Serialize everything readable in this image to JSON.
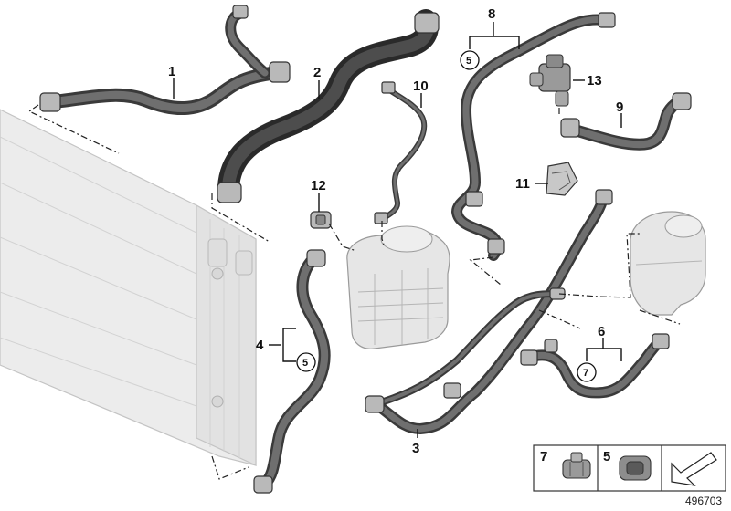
{
  "diagram": {
    "callouts": [
      {
        "id": "1",
        "label": "1"
      },
      {
        "id": "2",
        "label": "2"
      },
      {
        "id": "3",
        "label": "3"
      },
      {
        "id": "4",
        "label": "4"
      },
      {
        "id": "6",
        "label": "6"
      },
      {
        "id": "8",
        "label": "8"
      },
      {
        "id": "9",
        "label": "9"
      },
      {
        "id": "10",
        "label": "10"
      },
      {
        "id": "11",
        "label": "11"
      },
      {
        "id": "12",
        "label": "12"
      },
      {
        "id": "13",
        "label": "13"
      }
    ],
    "circled_callouts": {
      "c8": "5",
      "c4": "5",
      "c6": "7"
    },
    "legend": {
      "clamp_7": "7",
      "clamp_5": "5"
    },
    "reference_number": "496703"
  }
}
